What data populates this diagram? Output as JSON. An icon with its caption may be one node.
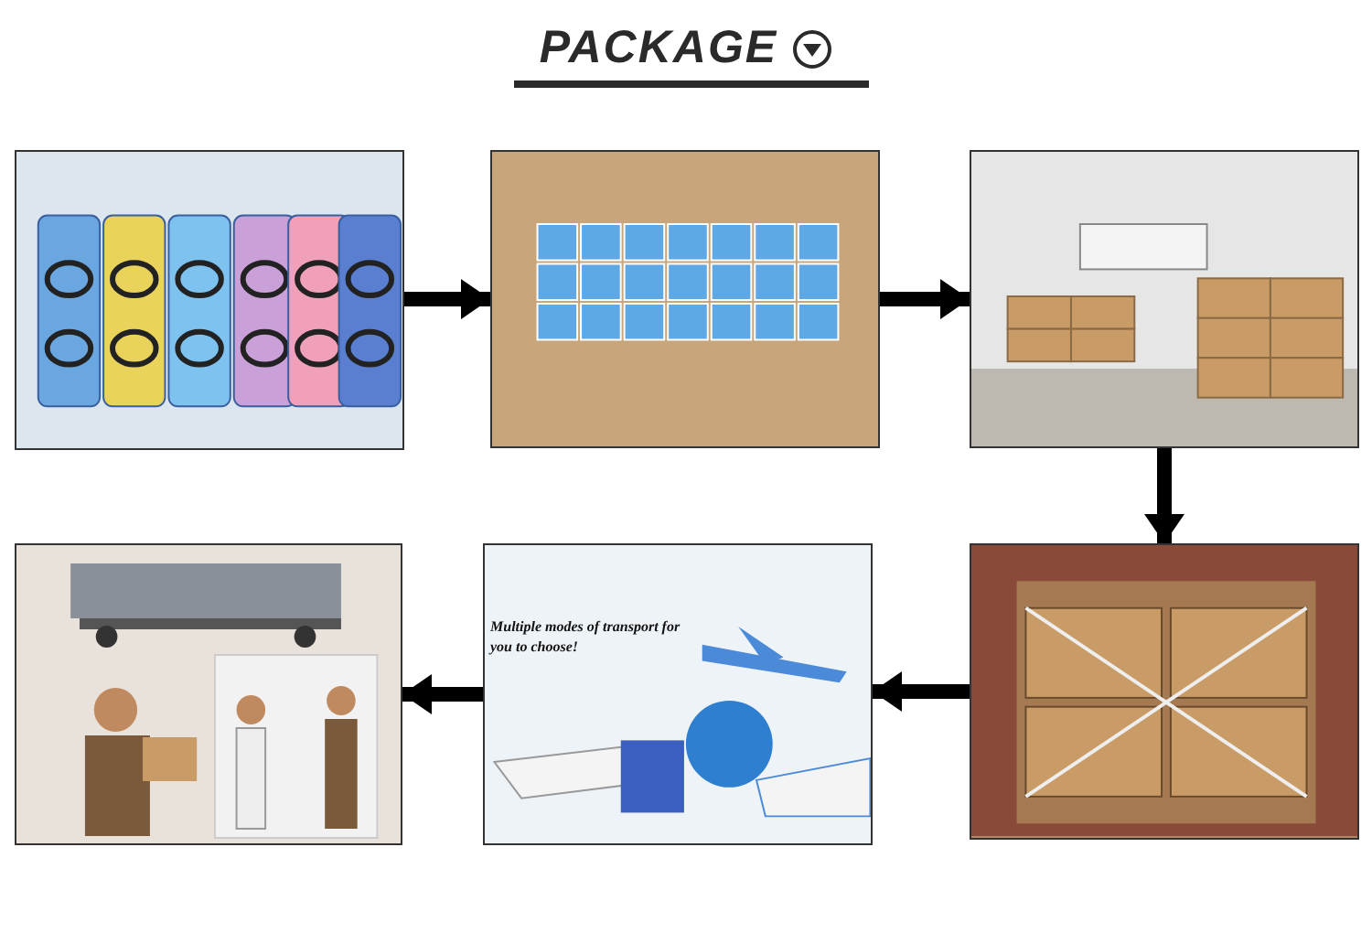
{
  "diagram": {
    "title": "PACKAGE",
    "nodes": [
      {
        "text": [],
        "shape": "picture"
      },
      {
        "text": [],
        "shape": "picture"
      },
      {
        "text": [],
        "shape": "picture"
      },
      {
        "text": [],
        "shape": "picture"
      },
      {
        "text": [
          "Multiple modes of transport for you to choose!"
        ]
      },
      {
        "text": [],
        "shape": "picture"
      }
    ],
    "edges": [
      {
        "from": 0,
        "to": 1,
        "arrow": "to"
      },
      {
        "from": 1,
        "to": 2,
        "arrow": "to"
      },
      {
        "from": 2,
        "to": 3,
        "arrow": "to"
      },
      {
        "from": 3,
        "to": 4,
        "arrow": "to"
      },
      {
        "from": 4,
        "to": 5,
        "arrow": "to"
      }
    ]
  }
}
